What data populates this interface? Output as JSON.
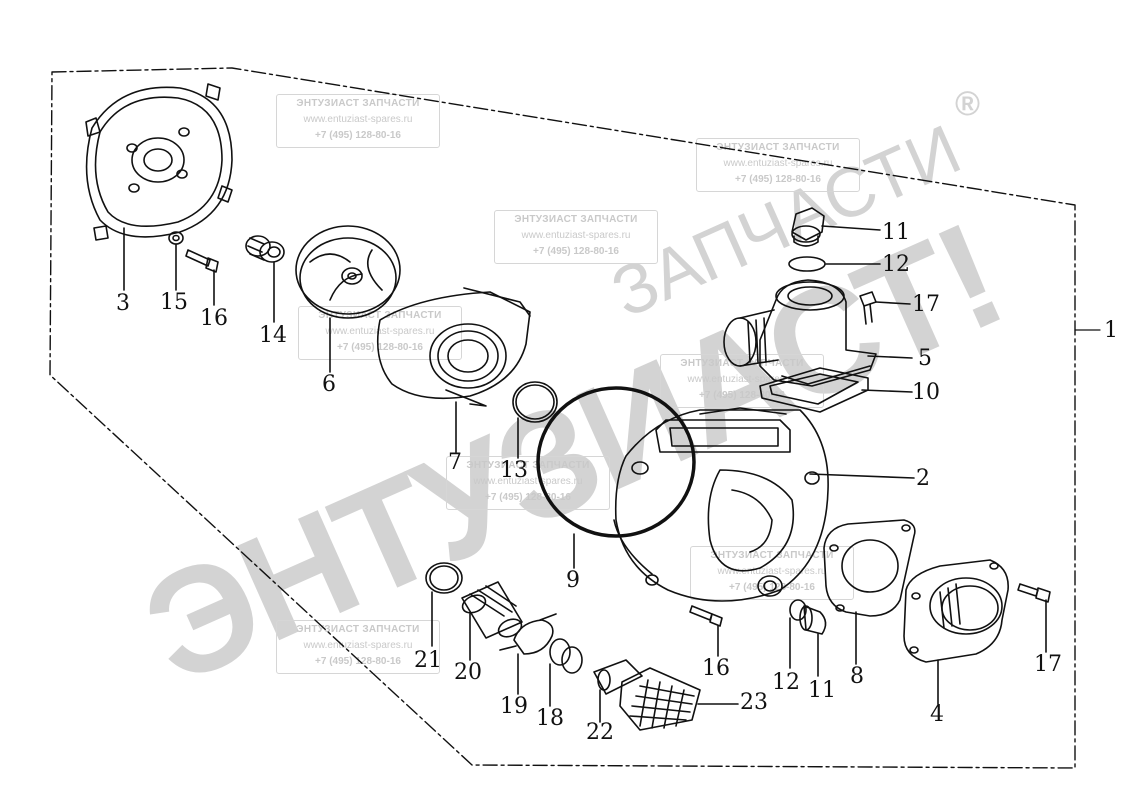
{
  "watermark": {
    "brand_big": "ЭНТУЗИАСТ!",
    "brand_sub": "ЗАПЧАСТИ",
    "registered": "®",
    "box_title": "ЭНТУЗИАСТ ЗАПЧАСТИ",
    "box_url": "www.entuziast-spares.ru",
    "box_phone": "+7 (495) 128-80-16"
  },
  "callouts": {
    "c1": "1",
    "c2": "2",
    "c3": "3",
    "c4": "4",
    "c5": "5",
    "c6": "6",
    "c7": "7",
    "c8": "8",
    "c9": "9",
    "c10": "10",
    "c11a": "11",
    "c11b": "11",
    "c12a": "12",
    "c12b": "12",
    "c13": "13",
    "c14": "14",
    "c15": "15",
    "c16a": "16",
    "c16b": "16",
    "c17a": "17",
    "c17b": "17",
    "c18": "18",
    "c19": "19",
    "c20": "20",
    "c21": "21",
    "c22": "22",
    "c23": "23"
  },
  "colors": {
    "line": "#111111",
    "watermark": "#d3d3d3",
    "background": "#ffffff"
  }
}
